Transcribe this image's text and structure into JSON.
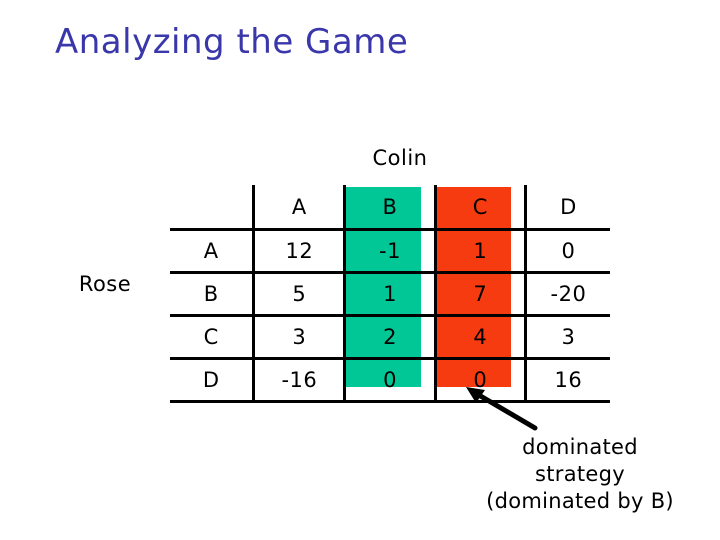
{
  "slide": {
    "title": "Analyzing the Game",
    "title_color": "#3A37AB",
    "background_color": "#ffffff"
  },
  "matrix": {
    "column_player_label": "Colin",
    "row_player_label": "Rose",
    "corner_label": "",
    "column_headers": [
      "A",
      "B",
      "C",
      "D"
    ],
    "row_headers": [
      "A",
      "B",
      "C",
      "D"
    ],
    "rows": [
      {
        "label": "A",
        "cells": [
          "12",
          "-1",
          "1",
          "0"
        ]
      },
      {
        "label": "B",
        "cells": [
          "5",
          "1",
          "7",
          "-20"
        ]
      },
      {
        "label": "C",
        "cells": [
          "3",
          "2",
          "4",
          "3"
        ]
      },
      {
        "label": "D",
        "cells": [
          "-16",
          "0",
          "0",
          "16"
        ]
      }
    ],
    "highlight": {
      "green_column": "B",
      "green_color": "#00C795",
      "red_column": "C",
      "red_color": "#F63B10"
    }
  },
  "annotation": {
    "arrow_name": "arrow-to-column-c",
    "caption_lines": [
      "dominated",
      "strategy",
      "(dominated by B)"
    ]
  }
}
